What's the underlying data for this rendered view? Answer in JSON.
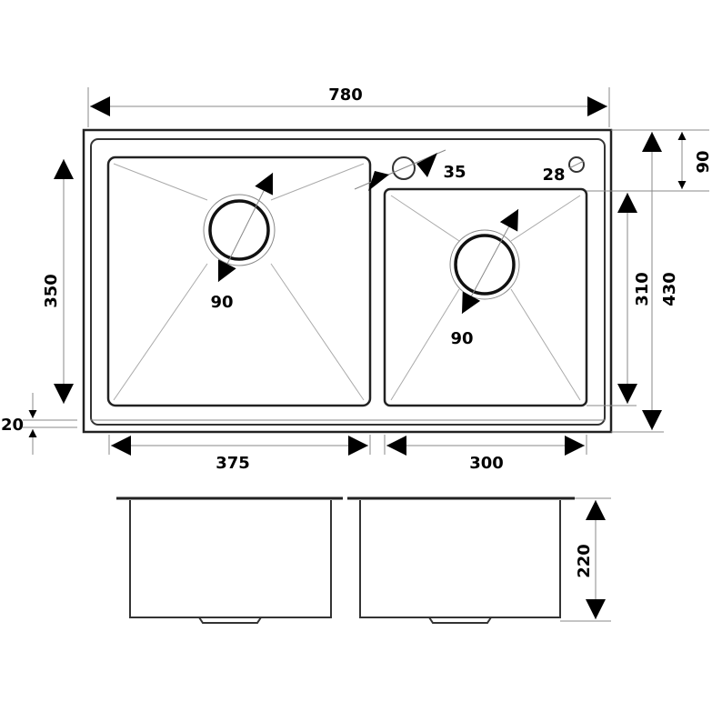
{
  "drawing": {
    "overall_width": "780",
    "overall_depth": "430",
    "left_bowl_width": "375",
    "left_bowl_depth": "350",
    "right_bowl_width": "300",
    "right_bowl_depth": "310",
    "rear_deck_depth": "90",
    "front_rim": "20",
    "bowl_height": "220",
    "left_drain_diameter": "90",
    "right_drain_diameter": "90",
    "tap_hole_diameter": "35",
    "accessory_hole_diameter": "28"
  },
  "colors": {
    "line": "#222222",
    "text": "#000000"
  }
}
